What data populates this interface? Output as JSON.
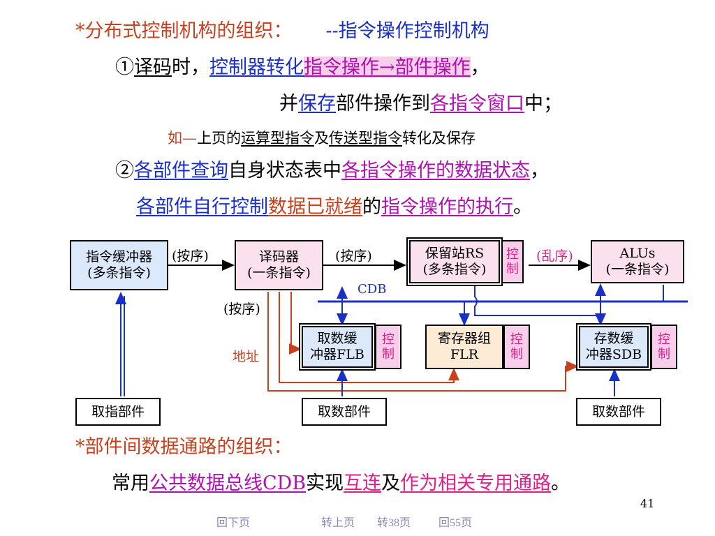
{
  "text": {
    "l1_a": "*分布式控制机构的组织：",
    "l1_b": "--指令操作控制机构",
    "l2_a": "①",
    "l2_b": "译码",
    "l2_c": "时，",
    "l2_d": "控制器转化",
    "l2_e": "指令操作→部件操作",
    "l2_f": "，",
    "l3_a": "并",
    "l3_b": "保存",
    "l3_c": "部件操作到",
    "l3_d": "各指令窗口",
    "l3_e": "中；",
    "l4_a": "如—",
    "l4_b": "上页的",
    "l4_c": "运算型指令",
    "l4_d": "及",
    "l4_e": "传送型指令",
    "l4_f": "转化及保存",
    "l5_a": "②",
    "l5_b": "各部件查询",
    "l5_c": "自身状态表中",
    "l5_d": "各指令操作的数据状态",
    "l5_e": "，",
    "l6_a": "各部件自行控制",
    "l6_b": "数据已就绪",
    "l6_c": "的",
    "l6_d": "指令操作的执行",
    "l6_e": "。",
    "l7": "*部件间数据通路的组织：",
    "l8_a": "常用",
    "l8_b": "公共数据总线CDB",
    "l8_c": "实现",
    "l8_d": "互连",
    "l8_e": "及",
    "l8_f": "作为相关专用通路",
    "l8_g": "。",
    "page_num": "41"
  },
  "diagram": {
    "buf_l1": "指令缓冲器",
    "buf_l2": "(多条指令)",
    "dec_l1": "译码器",
    "dec_l2": "(一条指令)",
    "rs_l1": "保留站RS",
    "rs_l2": "(多条指令)",
    "alu_l1": "ALUs",
    "alu_l2": "(一条指令)",
    "flb_l1": "取数缓",
    "flb_l2": "冲器FLB",
    "flr_l1": "寄存器组",
    "flr_l2": "FLR",
    "sdb_l1": "存数缓",
    "sdb_l2": "冲器SDB",
    "ctl_1": "控",
    "ctl_2": "制",
    "fetch_inst": "取指部件",
    "fetch_data_1": "取数部件",
    "fetch_data_2": "取数部件",
    "seq_1": "(按序)",
    "seq_2": "(按序)",
    "seq_3": "(按序)",
    "ooo": "(乱序)",
    "cdb": "CDB",
    "addr": "地址"
  },
  "nav": {
    "next": "回下页",
    "prev": "转上页",
    "goto38": "转38页",
    "back55": "回55页"
  },
  "colors": {
    "red": "#c8401e",
    "blue": "#1a2fc8",
    "pink": "#e0208a",
    "purple": "#b010b0",
    "box_blue": "#dbe9fb",
    "box_pink": "#fbe0ee",
    "box_cream": "#fdebd6",
    "ctl_bg": "#f7cfea"
  }
}
